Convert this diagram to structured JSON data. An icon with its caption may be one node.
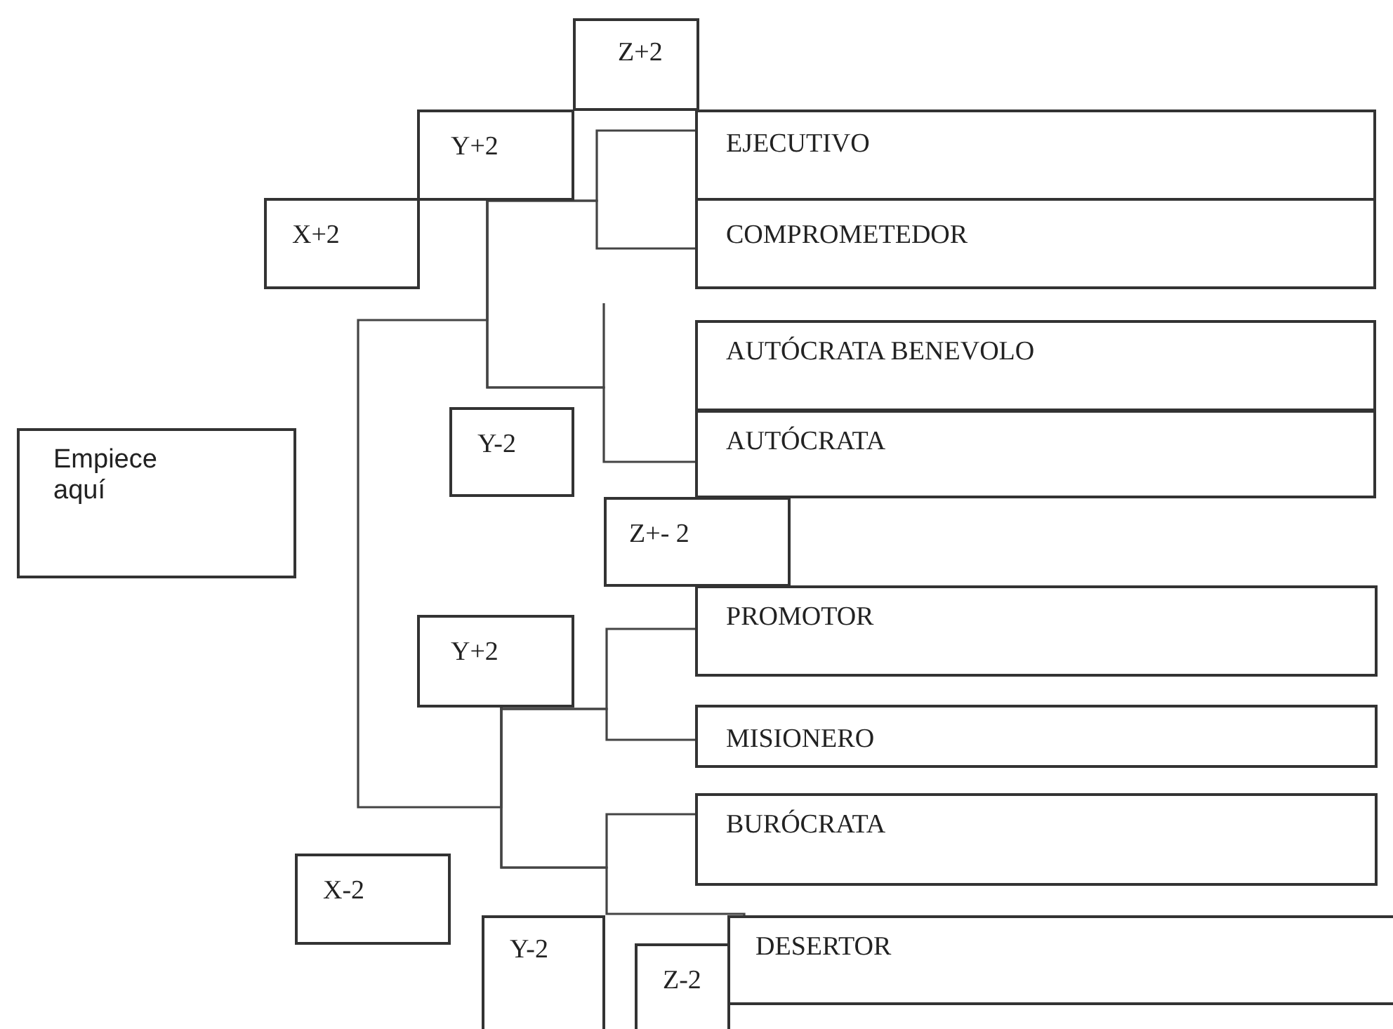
{
  "diagram": {
    "nodes": [
      {
        "text": [
          "Z+2"
        ]
      },
      {
        "text": [
          "Y+2"
        ]
      },
      {
        "text": [
          "EJECUTIVO"
        ]
      },
      {
        "text": [
          "X+2"
        ]
      },
      {
        "text": [
          "COMPROMETEDOR"
        ]
      },
      {
        "text": [
          "AUTÓCRATA BENEVOLO"
        ]
      },
      {
        "text": [
          "Empiece aquí"
        ]
      },
      {
        "text": [
          "Y-2"
        ]
      },
      {
        "text": [
          "AUTÓCRATA"
        ]
      },
      {
        "text": [
          "Z+- 2"
        ]
      },
      {
        "text": [
          "PROMOTOR"
        ]
      },
      {
        "text": [
          "Y+2"
        ]
      },
      {
        "text": [
          "MISIONERO"
        ]
      },
      {
        "text": [
          "BURÓCRATA"
        ]
      },
      {
        "text": [
          "X-2"
        ]
      },
      {
        "text": [
          "Y-2"
        ]
      },
      {
        "text": [
          "Z-2"
        ]
      },
      {
        "text": [
          "DESERTOR"
        ]
      }
    ],
    "edges": [
      {
        "from": 1,
        "to": 2,
        "arrow": "none"
      },
      {
        "from": 1,
        "to": 4,
        "arrow": "none"
      },
      {
        "from": 1,
        "to": 5,
        "arrow": "none"
      },
      {
        "from": 1,
        "to": 8,
        "arrow": "none"
      },
      {
        "from": 11,
        "to": 10,
        "arrow": "none"
      },
      {
        "from": 11,
        "to": 12,
        "arrow": "none"
      },
      {
        "from": 11,
        "to": 13,
        "arrow": "none"
      },
      {
        "from": 11,
        "to": 17,
        "arrow": "none"
      },
      {
        "from": 1,
        "to": 11,
        "arrow": "none"
      }
    ]
  }
}
